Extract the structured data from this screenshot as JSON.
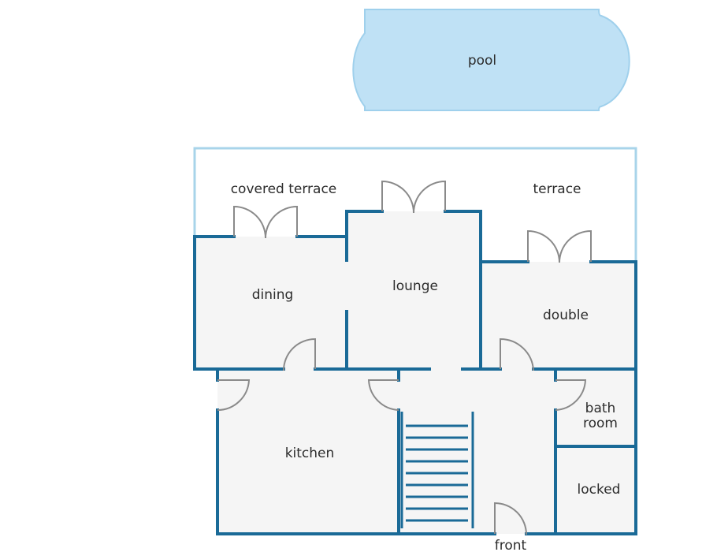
{
  "colors": {
    "wall": "#1a6a97",
    "pool": "#bfe1f5",
    "pool_edge": "#9fd0ec",
    "terrace_outline": "#a8d4ea",
    "room_fill": "#f5f5f5",
    "door": "#8a8a8a"
  },
  "labels": {
    "pool": "pool",
    "covered_terrace": "covered terrace",
    "terrace": "terrace",
    "dining": "dining",
    "lounge": "lounge",
    "double": "double",
    "kitchen": "kitchen",
    "bath_line1": "bath",
    "bath_line2": "room",
    "locked": "locked",
    "front": "front"
  }
}
